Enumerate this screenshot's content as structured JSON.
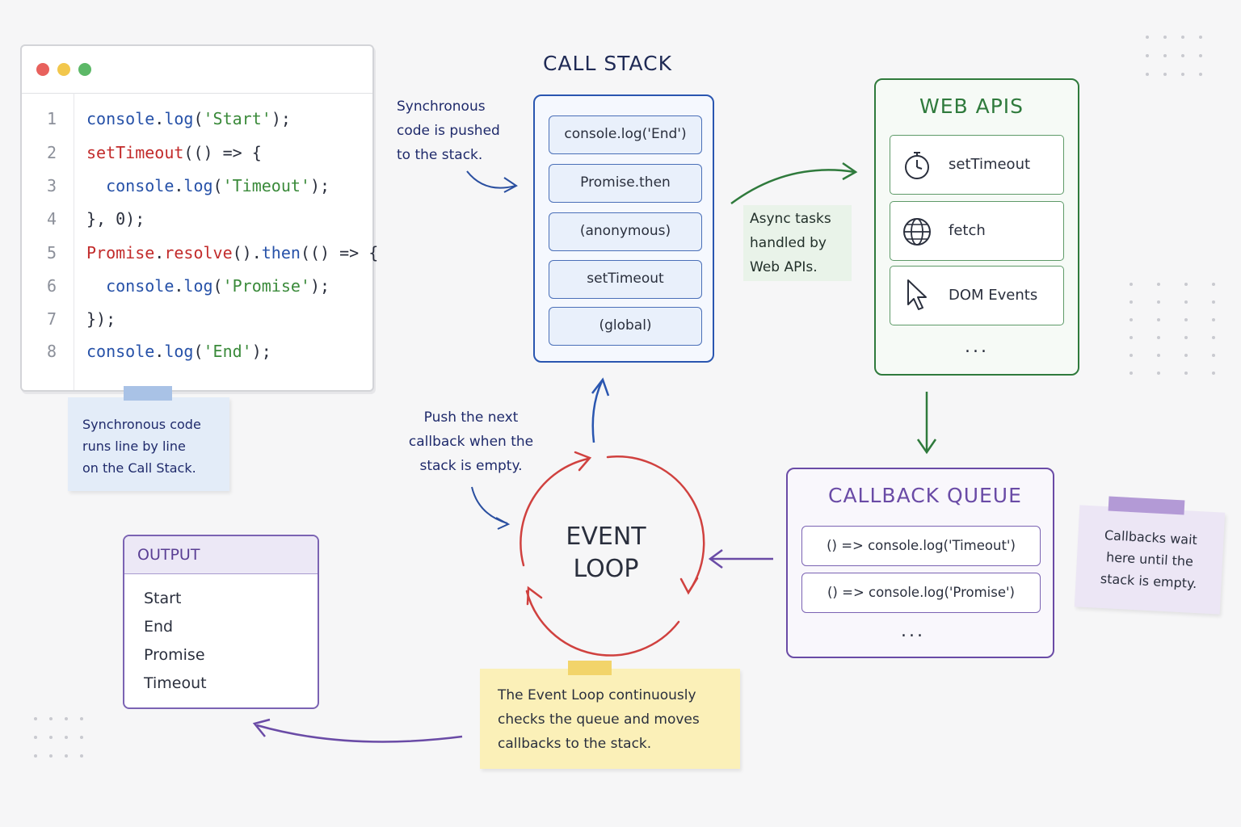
{
  "code": {
    "lines": [
      {
        "num": "1",
        "parts": [
          {
            "t": "console",
            "c": "blue"
          },
          {
            "t": ".",
            "c": "dark"
          },
          {
            "t": "log",
            "c": "blue"
          },
          {
            "t": "(",
            "c": "dark"
          },
          {
            "t": "'Start'",
            "c": "green"
          },
          {
            "t": ");",
            "c": "dark"
          }
        ]
      },
      {
        "num": "2",
        "parts": [
          {
            "t": "setTimeout",
            "c": "red"
          },
          {
            "t": "(() => {",
            "c": "dark"
          }
        ]
      },
      {
        "num": "3",
        "parts": [
          {
            "t": "  console",
            "c": "blue"
          },
          {
            "t": ".",
            "c": "dark"
          },
          {
            "t": "log",
            "c": "blue"
          },
          {
            "t": "(",
            "c": "dark"
          },
          {
            "t": "'Timeout'",
            "c": "green"
          },
          {
            "t": ");",
            "c": "dark"
          }
        ]
      },
      {
        "num": "4",
        "parts": [
          {
            "t": "}, 0);",
            "c": "dark"
          }
        ]
      },
      {
        "num": "5",
        "parts": [
          {
            "t": "Promise",
            "c": "red"
          },
          {
            "t": ".",
            "c": "dark"
          },
          {
            "t": "resolve",
            "c": "red"
          },
          {
            "t": "().",
            "c": "dark"
          },
          {
            "t": "then",
            "c": "blue"
          },
          {
            "t": "(() => {",
            "c": "dark"
          }
        ]
      },
      {
        "num": "6",
        "parts": [
          {
            "t": "  console",
            "c": "blue"
          },
          {
            "t": ".",
            "c": "dark"
          },
          {
            "t": "log",
            "c": "blue"
          },
          {
            "t": "(",
            "c": "dark"
          },
          {
            "t": "'Promise'",
            "c": "green"
          },
          {
            "t": ");",
            "c": "dark"
          }
        ]
      },
      {
        "num": "7",
        "parts": [
          {
            "t": "});",
            "c": "dark"
          }
        ]
      },
      {
        "num": "8",
        "parts": [
          {
            "t": "console",
            "c": "blue"
          },
          {
            "t": ".",
            "c": "dark"
          },
          {
            "t": "log",
            "c": "blue"
          },
          {
            "t": "(",
            "c": "dark"
          },
          {
            "t": "'End'",
            "c": "green"
          },
          {
            "t": ");",
            "c": "dark"
          }
        ]
      }
    ]
  },
  "notes": {
    "sync_code": [
      "Synchronous code",
      "runs line by line",
      "on the Call Stack."
    ],
    "pushed": [
      "Synchronous",
      "code is pushed",
      "to the stack."
    ],
    "async_tasks": [
      "Async tasks",
      "handled by",
      "Web APIs."
    ],
    "push_next": [
      "Push the next",
      "callback when the",
      "stack is empty."
    ],
    "callbacks_wait": [
      "Callbacks wait",
      "here until the",
      "stack is empty."
    ],
    "event_loop_note": [
      "The Event Loop continuously",
      "checks the queue and moves",
      "callbacks to the stack."
    ]
  },
  "call_stack": {
    "title": "CALL STACK",
    "frames": [
      "console.log('End')",
      "Promise.then",
      "(anonymous)",
      "setTimeout",
      "(global)"
    ]
  },
  "web_apis": {
    "title": "WEB APIS",
    "items": [
      {
        "label": "setTimeout",
        "icon": "stopwatch-icon"
      },
      {
        "label": "fetch",
        "icon": "globe-icon"
      },
      {
        "label": "DOM Events",
        "icon": "cursor-icon"
      }
    ],
    "more": "..."
  },
  "callback_queue": {
    "title": "CALLBACK QUEUE",
    "items": [
      "() => console.log('Timeout')",
      "() => console.log('Promise')"
    ],
    "more": "..."
  },
  "event_loop": {
    "line1": "EVENT",
    "line2": "LOOP"
  },
  "output": {
    "title": "OUTPUT",
    "lines": [
      "Start",
      "End",
      "Promise",
      "Timeout"
    ]
  },
  "colors": {
    "stack": "#2a56b0",
    "web_apis": "#2f7a3c",
    "queue": "#6a4ba6",
    "event_loop": "#d0413f",
    "note_blue": "#e3ecf8",
    "note_yellow": "#fbf0b8",
    "note_purple": "#ece6f5"
  }
}
